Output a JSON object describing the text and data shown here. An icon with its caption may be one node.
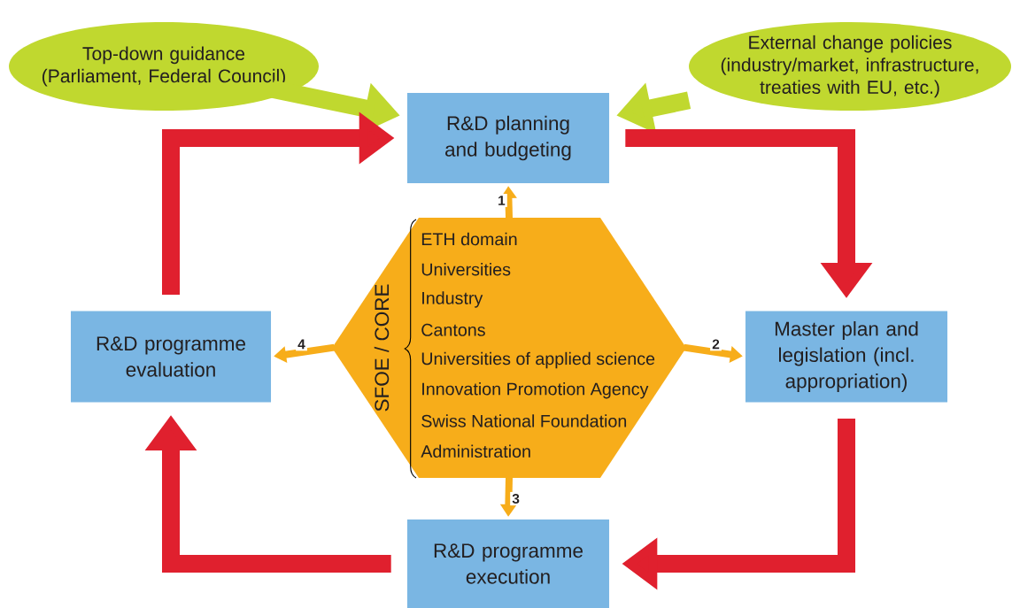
{
  "diagram": {
    "nodes": [
      {
        "text": [
          "Top-down guidance (Parliament, Federal Council)"
        ]
      },
      {
        "text": [
          "External change policies (industry/market, infrastructure, treaties with EU, etc.)"
        ]
      },
      {
        "text": [
          "R&D planning and budgeting"
        ]
      },
      {
        "text": [
          "Master plan and legislation (incl. appropriation)"
        ]
      },
      {
        "text": [
          "R&D programme execution"
        ]
      },
      {
        "text": [
          "R&D programme evaluation"
        ]
      },
      {
        "text": [
          "SFOE / CORE",
          "ETH domain",
          "Universities",
          "Industry",
          "Cantons",
          "Universities of applied science",
          "Innovation Promotion Agency",
          "Swiss National Foundation",
          "Administration"
        ]
      }
    ],
    "edges": [
      {
        "from": 0,
        "to": 2,
        "arrow": "to",
        "color": "#c0d82f"
      },
      {
        "from": 1,
        "to": 2,
        "arrow": "to",
        "color": "#c0d82f"
      },
      {
        "from": 2,
        "to": 3,
        "arrow": "to"
      },
      {
        "from": 3,
        "to": 4,
        "arrow": "to"
      },
      {
        "from": 4,
        "to": 5,
        "arrow": "to"
      },
      {
        "from": 5,
        "to": 2,
        "arrow": "to"
      },
      {
        "from": 6,
        "to": 2,
        "arrow": "to",
        "label": "1",
        "color": "#f7ad1a"
      },
      {
        "from": 6,
        "to": 3,
        "arrow": "to",
        "label": "2",
        "color": "#f7ad1a"
      },
      {
        "from": 6,
        "to": 4,
        "arrow": "to",
        "label": "3",
        "color": "#f7ad1a"
      },
      {
        "from": 6,
        "to": 5,
        "arrow": "to",
        "label": "4",
        "color": "#f7ad1a"
      }
    ]
  }
}
